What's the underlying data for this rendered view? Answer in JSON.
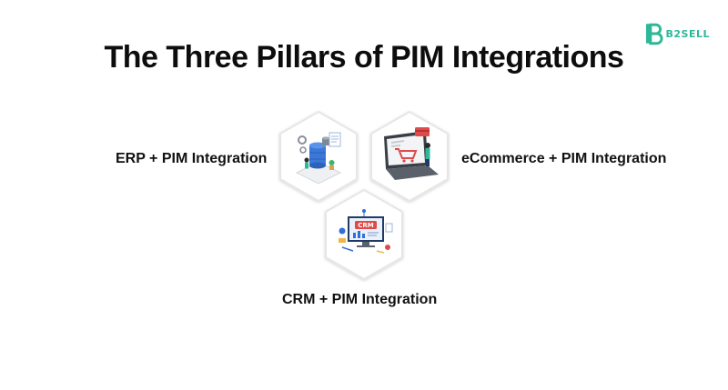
{
  "title": "The Three Pillars of PIM Integrations",
  "logo": {
    "text": "B2SELL",
    "color": "#2fb79a"
  },
  "pillars": [
    {
      "label": "ERP + PIM Integration",
      "icon": "erp-database-icon"
    },
    {
      "label": "eCommerce + PIM Integration",
      "icon": "ecommerce-laptop-icon"
    },
    {
      "label": "CRM + PIM Integration",
      "icon": "crm-dashboard-icon"
    }
  ],
  "colors": {
    "hex_border": "#e3e3e3",
    "accent_blue": "#2f6fd8",
    "accent_red": "#e04a4a",
    "accent_green": "#2fb79a"
  }
}
